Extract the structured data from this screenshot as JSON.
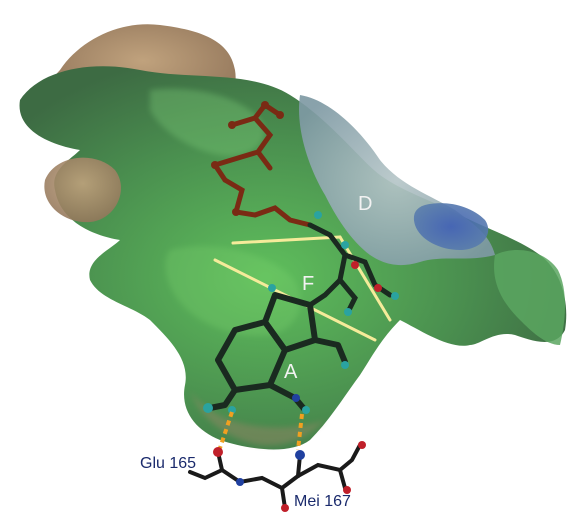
{
  "figure": {
    "region_labels": {
      "d": "D",
      "f": "F",
      "a": "A"
    },
    "residue_labels": {
      "glu": "Glu 165",
      "mei": "Mei 167"
    }
  },
  "colors": {
    "surface_green": "#4e9a52",
    "surface_tan": "#a08566",
    "surface_blue": "#5470b0",
    "ligand_brown": "#7a2a14",
    "ligand_dark": "#1a2a20",
    "hbond_orange": "#f0a020",
    "boundary_yellow": "#f5eb9a",
    "atom_teal": "#2aa3a0",
    "atom_red": "#c0202a",
    "atom_blue": "#2040a0"
  }
}
